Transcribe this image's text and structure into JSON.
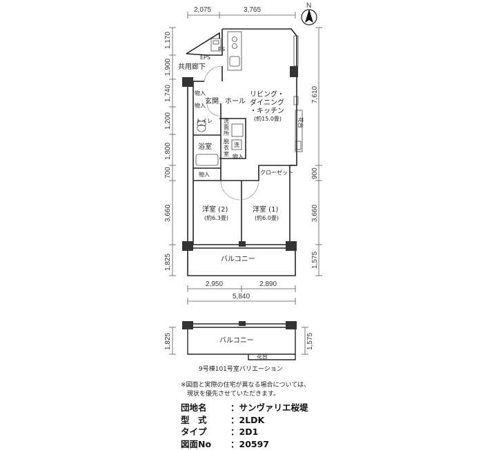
{
  "north": "N",
  "dims_top": [
    "2,075",
    "3,765"
  ],
  "dims_left": [
    "1,170",
    "1,900",
    "1,740",
    "1,200",
    "1,800",
    "700",
    "3,660",
    "1,825"
  ],
  "dims_right": [
    "7,610",
    "900",
    "3,660",
    "1,575"
  ],
  "dims_bottom": [
    "2,950",
    "2,890",
    "5,840"
  ],
  "rooms": {
    "eps": "EPS",
    "ps": "PS",
    "kyoyo_roka": "共用廊下",
    "genkan": "玄関",
    "hall": "ホール",
    "living_1": "リビング・",
    "living_2": "ダイニング",
    "living_3": "・キッチン",
    "living_area": "(約15.0畳)",
    "monoire_1": "物入",
    "monoire_2": "物入",
    "toilet": "トイレ",
    "senmenjo_1": "洗",
    "senmenjo_2": "面",
    "senmenjo_3": "所",
    "datsui_1": "脱",
    "datsui_2": "衣",
    "datsui_3": "室",
    "sen": "洗",
    "monoire_3": "物入",
    "yokushitsu": "浴室",
    "monoire_4": "物入",
    "closet": "クローゼット",
    "kadai": "花台",
    "yoshitsu2": "洋室 (2)",
    "yoshitsu2_area": "(約6.3畳)",
    "yoshitsu1": "洋室 (1)",
    "yoshitsu1_area": "(約6.0畳)",
    "balcony": "バルコニー"
  },
  "variation": {
    "dim_left": "1,825",
    "dim_right": "1,575",
    "balcony": "バルコニー",
    "kadai": "花台",
    "title": "9号棟101号室バリエーション"
  },
  "notes": [
    "※図面と実際の住宅が異なる場合については、",
    "現状を優先させていただきます。"
  ],
  "info": [
    {
      "key": "団地名",
      "value": "サンヴァリエ桜堤"
    },
    {
      "key": "型　式",
      "value": "2LDK"
    },
    {
      "key": "タイプ",
      "value": "2D1"
    },
    {
      "key": "図面No",
      "value": "20597"
    }
  ]
}
